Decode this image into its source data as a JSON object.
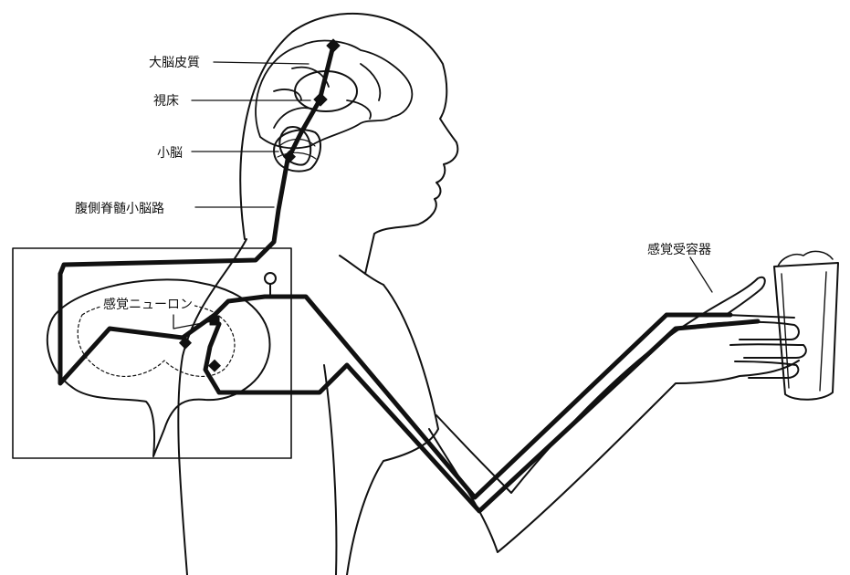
{
  "labels": {
    "cerebral_cortex": "大脳皮質",
    "thalamus": "視床",
    "cerebellum": "小脳",
    "ventral_spinocerebellar_tract": "腹側脊髄小脳路",
    "sensory_receptor": "感覚受容器",
    "sensory_neuron": "感覚ニューロン"
  },
  "colors": {
    "ink": "#111111",
    "paper": "#ffffff"
  }
}
